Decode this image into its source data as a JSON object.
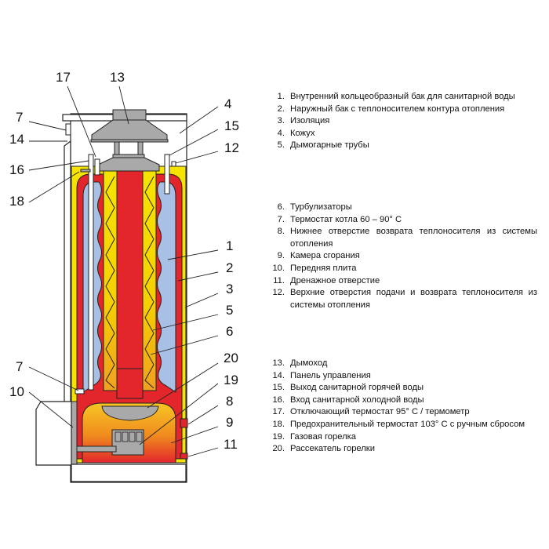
{
  "colors": {
    "red": "#e3262b",
    "yellow": "#f6e400",
    "blue": "#a7c0e3",
    "gray": "#a9a9a9",
    "orange_top": "#f5b91e",
    "orange_bottom": "#e3262b",
    "outline": "#222222"
  },
  "callouts": {
    "c17": "17",
    "c13": "13",
    "c4": "4",
    "c7a": "7",
    "c15": "15",
    "c14": "14",
    "c12": "12",
    "c16": "16",
    "c18": "18",
    "c1": "1",
    "c2": "2",
    "c3": "3",
    "c5": "5",
    "c6": "6",
    "c20": "20",
    "c7b": "7",
    "c19": "19",
    "c10": "10",
    "c8": "8",
    "c9": "9",
    "c11": "11"
  },
  "legend": {
    "group1": [
      {
        "num": "1.",
        "text": "Внутренний кольцеобразный бак для санитарной воды"
      },
      {
        "num": "2.",
        "text": "Наружный бак с теплоносителем контура отопления"
      },
      {
        "num": "3.",
        "text": "Изоляция"
      },
      {
        "num": "4.",
        "text": "Кожух"
      },
      {
        "num": "5.",
        "text": "Дымогарные трубы"
      }
    ],
    "group2": [
      {
        "num": "6.",
        "text": "Турбулизаторы"
      },
      {
        "num": "7.",
        "text": "Термостат котла 60 – 90° C"
      },
      {
        "num": "8.",
        "text": "Нижнее отверстие возврата теплоносителя из системы отопления"
      },
      {
        "num": "9.",
        "text": "Камера сгорания"
      },
      {
        "num": "10.",
        "text": "Передняя плита"
      },
      {
        "num": "11.",
        "text": "Дренажное отверстие"
      },
      {
        "num": "12.",
        "text": "Верхние отверстия подачи и возврата теплоносителя из системы отопления"
      }
    ],
    "group3": [
      {
        "num": "13.",
        "text": "Дымоход"
      },
      {
        "num": "14.",
        "text": "Панель управления"
      },
      {
        "num": "15.",
        "text": "Выход санитарной горячей воды"
      },
      {
        "num": "16.",
        "text": "Вход санитарной холодной воды"
      },
      {
        "num": "17.",
        "text": "Отключающий термостат 95° C / термометр"
      },
      {
        "num": "18.",
        "text": "Предохранительный термостат 103° C с ручным сбросом"
      },
      {
        "num": "19.",
        "text": "Газовая горелка"
      },
      {
        "num": "20.",
        "text": "Рассекатель горелки"
      }
    ]
  }
}
